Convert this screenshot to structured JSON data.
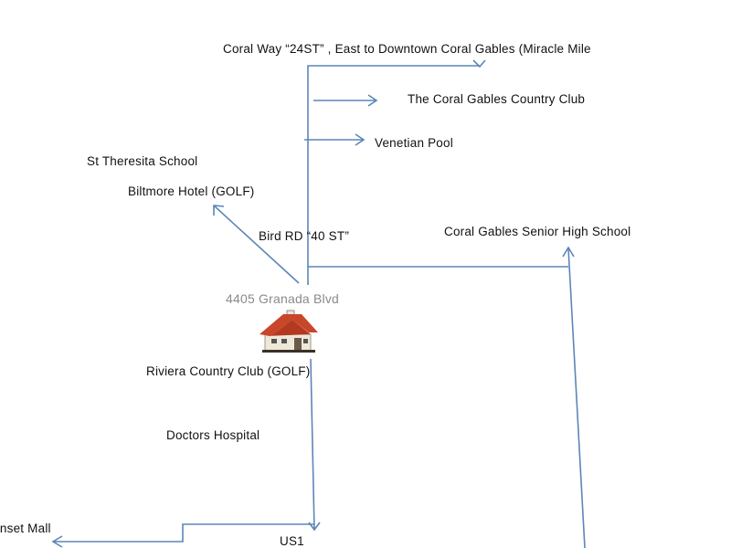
{
  "colors": {
    "line": "#5b86b8",
    "text": "#111111",
    "address": "#8a8a8a",
    "roof": "#c8462a"
  },
  "labels": {
    "coral_way": "Coral Way “24ST” , East to  Downtown  Coral Gables  (Miracle Mile",
    "country_club": "The  Coral Gables Country Club",
    "venetian_pool": "Venetian  Pool",
    "st_theresita": "St Theresita School",
    "biltmore": "Biltmore Hotel (GOLF)",
    "bird_rd": "Bird RD “40 ST”",
    "senior_high": "Coral Gables Senior High School",
    "address": "4405  Granada  Blvd",
    "riviera": "Riviera Country Club (GOLF)",
    "doctors": "Doctors Hospital",
    "sunset_mall": "Sunset Mall",
    "us1": "US1"
  },
  "icons": {
    "home": "house-icon"
  }
}
